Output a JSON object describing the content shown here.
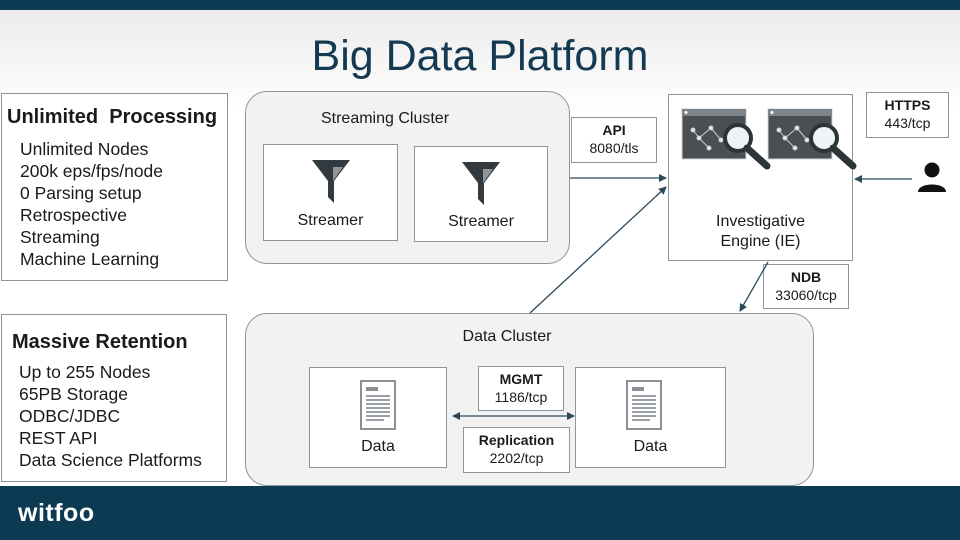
{
  "slide": {
    "title": "Big Data Platform",
    "logo": "witfoo"
  },
  "processing": {
    "title": "Unlimited  Processing",
    "items": [
      "Unlimited Nodes",
      "200k eps/fps/node",
      "0 Parsing setup",
      "Retrospective",
      "Streaming",
      "Machine Learning"
    ]
  },
  "retention": {
    "title": "Massive Retention",
    "items": [
      "Up to 255 Nodes",
      "65PB Storage",
      "ODBC/JDBC",
      "REST API",
      "Data Science Platforms"
    ]
  },
  "streaming_cluster": {
    "title": "Streaming Cluster",
    "nodes": [
      "Streamer",
      "Streamer"
    ]
  },
  "ie": {
    "label_line1": "Investigative",
    "label_line2": "Engine (IE)"
  },
  "data_cluster": {
    "title": "Data Cluster",
    "nodes": [
      "Data",
      "Data"
    ]
  },
  "ports": {
    "api": {
      "name": "API",
      "value": "8080/tls"
    },
    "https": {
      "name": "HTTPS",
      "value": "443/tcp"
    },
    "ndb": {
      "name": "NDB",
      "value": "33060/tcp"
    },
    "mgmt": {
      "name": "MGMT",
      "value": "1186/tcp"
    },
    "replication": {
      "name": "Replication",
      "value": "2202/tcp"
    }
  },
  "icons": {
    "streamer": "funnel-icon",
    "ie": "magnifier-screen-icon",
    "data": "document-icon",
    "user": "user-icon"
  },
  "colors": {
    "brand": "#0c3a52",
    "title": "#143a52",
    "border": "#8d949b"
  }
}
